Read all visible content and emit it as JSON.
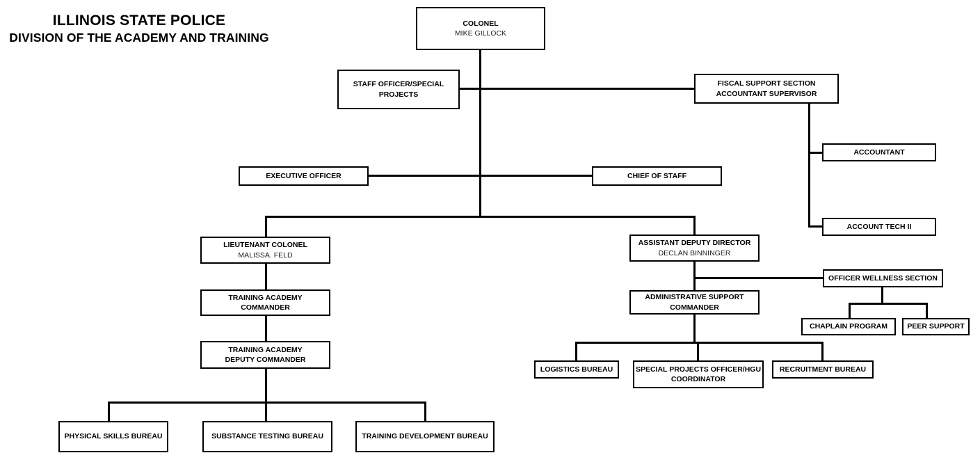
{
  "header": {
    "org_name": "ILLINOIS STATE POLICE",
    "division": "DIVISION OF THE ACADEMY AND TRAINING"
  },
  "colors": {
    "line": "#000000",
    "box_border": "#000000",
    "background": "#ffffff",
    "text": "#000000"
  },
  "nodes": {
    "colonel": {
      "title": "COLONEL",
      "name": "MIKE GILLOCK"
    },
    "staff_officer": {
      "line1": "STAFF OFFICER/SPECIAL",
      "line2": "PROJECTS"
    },
    "fiscal_support": {
      "line1": "FISCAL SUPPORT SECTION",
      "line2": "ACCOUNTANT SUPERVISOR"
    },
    "accountant": {
      "title": "ACCOUNTANT"
    },
    "account_tech": {
      "title": "ACCOUNT TECH II"
    },
    "executive_officer": {
      "title": "EXECUTIVE OFFICER"
    },
    "chief_of_staff": {
      "title": "CHIEF OF STAFF"
    },
    "lieutenant_colonel": {
      "title": "LIEUTENANT COLONEL",
      "name": "MALISSA. FELD"
    },
    "training_academy_commander": {
      "line1": "TRAINING ACADEMY",
      "line2": "COMMANDER"
    },
    "training_academy_deputy_commander": {
      "line1": "TRAINING ACADEMY",
      "line2": "DEPUTY COMMANDER"
    },
    "physical_skills_bureau": {
      "title": "PHYSICAL SKILLS BUREAU"
    },
    "substance_testing_bureau": {
      "title": "SUBSTANCE TESTING BUREAU"
    },
    "training_development_bureau": {
      "title": "TRAINING DEVELOPMENT BUREAU"
    },
    "assistant_deputy_director": {
      "title": "ASSISTANT DEPUTY DIRECTOR",
      "name": "DECLAN BINNINGER"
    },
    "administrative_support_commander": {
      "line1": "ADMINISTRATIVE SUPPORT",
      "line2": "COMMANDER"
    },
    "officer_wellness_section": {
      "title": "OFFICER WELLNESS SECTION"
    },
    "chaplain_program": {
      "title": "CHAPLAIN PROGRAM"
    },
    "peer_support": {
      "title": "PEER SUPPORT"
    },
    "logistics_bureau": {
      "title": "LOGISTICS BUREAU"
    },
    "special_projects_hgu": {
      "line1": "SPECIAL PROJECTS OFFICER/HGU",
      "line2": "COORDINATOR"
    },
    "recruitment_bureau": {
      "title": "RECRUITMENT BUREAU"
    }
  }
}
